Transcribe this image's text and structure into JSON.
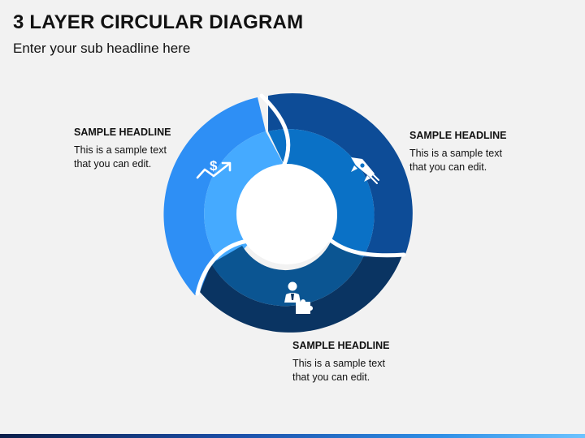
{
  "header": {
    "title": "3 LAYER CIRCULAR DIAGRAM",
    "subtitle": "Enter your sub headline here"
  },
  "segments": [
    {
      "headline": "SAMPLE HEADLINE",
      "text": "This is a sample text that you can edit.",
      "icon": "growth-dollar-arrow-icon",
      "outer_color": "#2e8ff5",
      "inner_color": "#45aaff"
    },
    {
      "headline": "SAMPLE HEADLINE",
      "text": "This is a sample text that you can edit.",
      "icon": "rocket-icon",
      "outer_color": "#0d4c97",
      "inner_color": "#0a71c6"
    },
    {
      "headline": "SAMPLE HEADLINE",
      "text": "This is a sample text that you can edit.",
      "icon": "businessman-puzzle-icon",
      "outer_color": "#0a3462",
      "inner_color": "#0b5592"
    }
  ],
  "colors": {
    "background": "#f2f2f2",
    "center": "#ffffff",
    "separator": "#ffffff"
  }
}
